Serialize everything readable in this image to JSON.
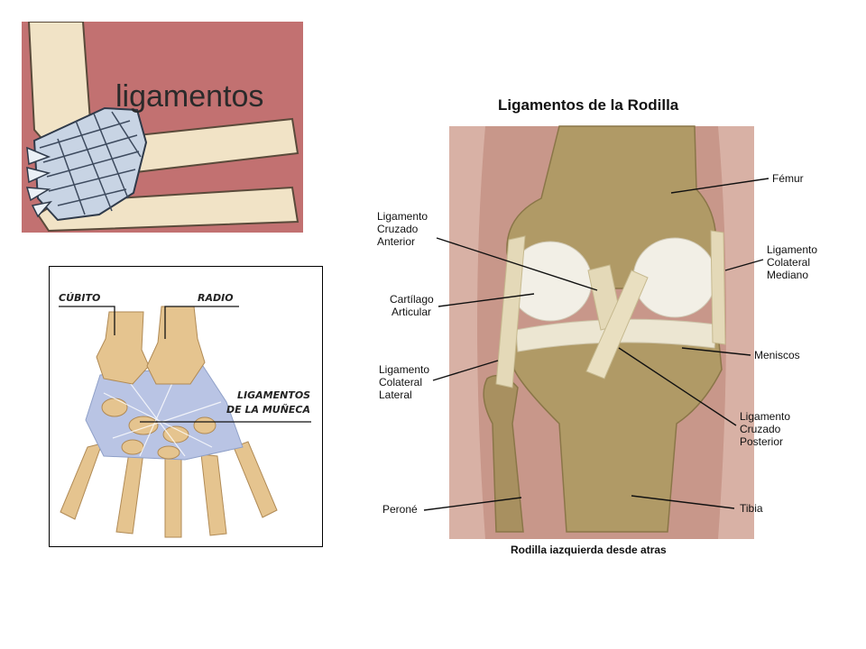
{
  "elbow": {
    "label": "ligamentos",
    "colors": {
      "background": "#c27171",
      "bone": "#f1e3c6",
      "ligament": "#c8d4e4"
    }
  },
  "wrist": {
    "labels": [
      "CÚBITO",
      "RADIO",
      "LIGAMENTOS",
      "DE LA MUÑECA"
    ],
    "colors": {
      "bone": "#e5c48f",
      "ligament": "#b9c4e4"
    }
  },
  "knee": {
    "title": "Ligamentos de la Rodilla",
    "caption": "Rodilla iazquierda desde atras",
    "labels": {
      "femur": "Fémur",
      "lca": [
        "Ligamento",
        "Cruzado",
        "Anterior"
      ],
      "cartilage": [
        "Cartílago",
        "Articular"
      ],
      "lcm": [
        "Ligamento",
        "Colateral",
        "Mediano"
      ],
      "meniscus": "Meniscos",
      "lcl": [
        "Ligamento",
        "Colateral",
        "Lateral"
      ],
      "lcp": [
        "Ligamento",
        "Cruzado",
        "Posterior"
      ],
      "fibula": "Peroné",
      "tibia": "Tibia"
    },
    "colors": {
      "background": "#c8978a",
      "bone": "#b09a66",
      "cartilage": "#f2efe6",
      "ligament": "#e4d9b8"
    }
  }
}
